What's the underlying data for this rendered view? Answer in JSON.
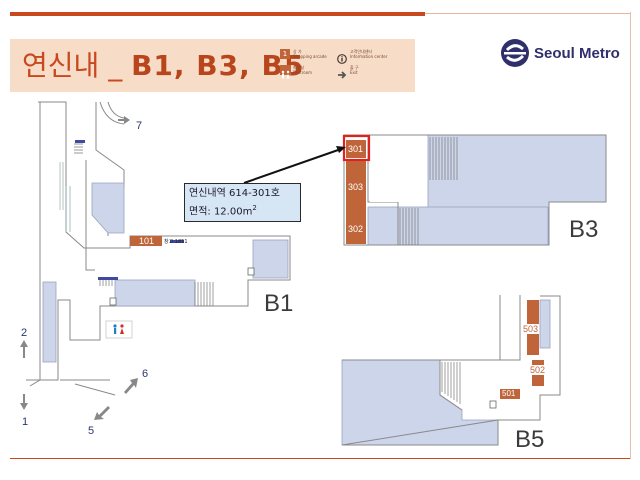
{
  "title": {
    "station": "연신내",
    "separator": "_",
    "floors": "B1, B3, B5"
  },
  "legend": {
    "shopping_code": "1",
    "shopping_ko": "상 가",
    "shopping_en": "Shopping arcade",
    "restroom_ko": "화장실",
    "restroom_en": "Restroom",
    "info_ko": "고객안내센터",
    "info_en": "Information center",
    "exit_ko": "출 구",
    "exit_en": "Exit"
  },
  "brand": {
    "name": "Seoul Metro"
  },
  "floors": {
    "b1": "B1",
    "b3": "B3",
    "b5": "B5"
  },
  "exits": [
    "1",
    "2",
    "5",
    "6",
    "7"
  ],
  "stores": {
    "b1_101": "101",
    "b1_101_note": "창고 1851",
    "b3_301": "301",
    "b3_302": "302",
    "b3_303": "303",
    "b5_501": "501",
    "b5_502": "502",
    "b5_503": "503"
  },
  "callout": {
    "line1": "연신내역 614-301호",
    "line2_prefix": "면적: 12.00m",
    "line2_sup": "2"
  },
  "colors": {
    "title_band": "#f7dcc7",
    "title_text": "#c8481f",
    "store_fill": "#c0653a",
    "highlight": "#e0211d",
    "room_fill": "#cdd5ea",
    "wall": "#8a8a8a",
    "callout_fill": "#d6e6f4",
    "header_bar": "#c8481f",
    "brand": "#2f2f6c"
  },
  "icons": [
    "restroom-icon",
    "information-icon",
    "exit-arrow-icon",
    "shopping-icon",
    "seoul-metro-logo-icon"
  ]
}
